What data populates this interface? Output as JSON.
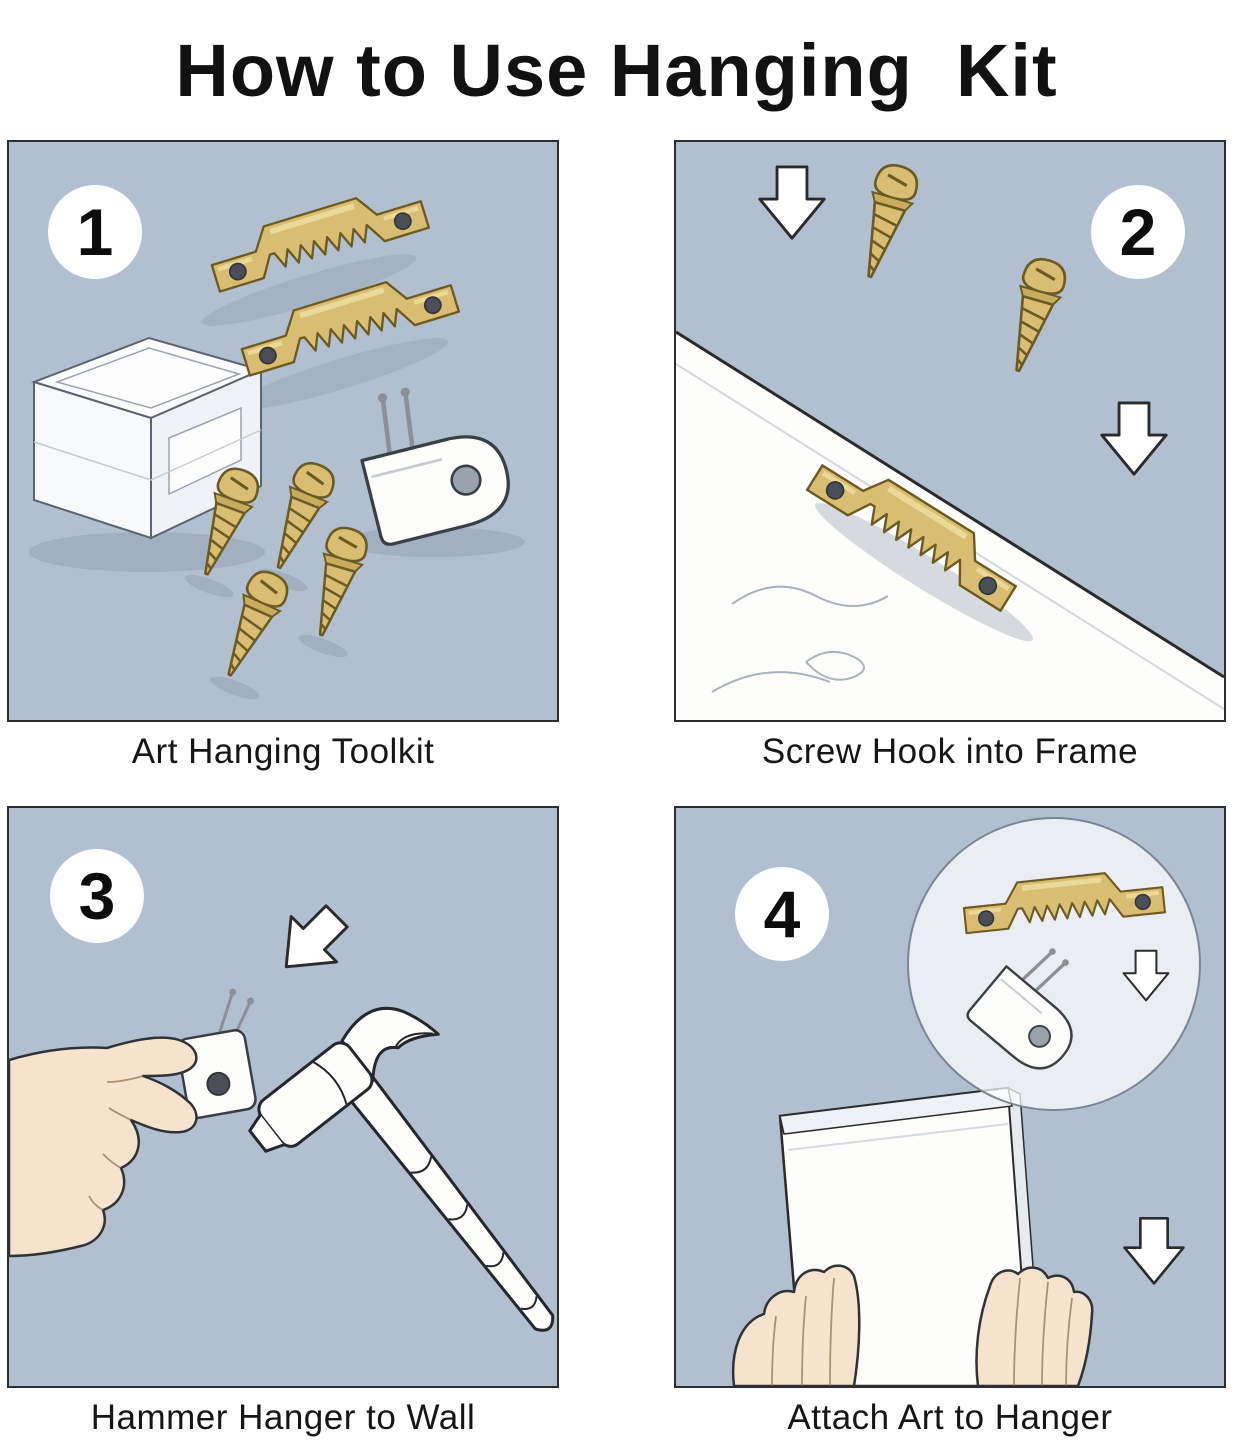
{
  "title": "How to Use Hanging  Kit",
  "panels": [
    {
      "number": "1",
      "caption": "Art Hanging Toolkit"
    },
    {
      "number": "2",
      "caption": "Screw Hook into Frame"
    },
    {
      "number": "3",
      "caption": "Hammer Hanger to Wall"
    },
    {
      "number": "4",
      "caption": "Attach Art to Hanger"
    }
  ],
  "colors": {
    "panel_background": "#b2bfce",
    "brass": "#d9bd72",
    "brass_outline": "#6b5a22",
    "outline": "#2b2b2b",
    "skin": "#f5e3cd",
    "shadow": "#8fa0b1"
  },
  "icons": {
    "sawtooth_hanger": "brass sawtooth hanger strip with two screw holes",
    "screw": "brass dome-head screw",
    "wall_hook": "white wall hook plate with pins and hole",
    "down_arrow": "white outlined arrow",
    "storage_box": "clear storage box",
    "frame_board": "wooden picture-frame board",
    "hammer": "claw hammer",
    "hand": "hand",
    "picture_frame": "picture frame canvas",
    "magnifier_circle": "zoom detail circle"
  }
}
